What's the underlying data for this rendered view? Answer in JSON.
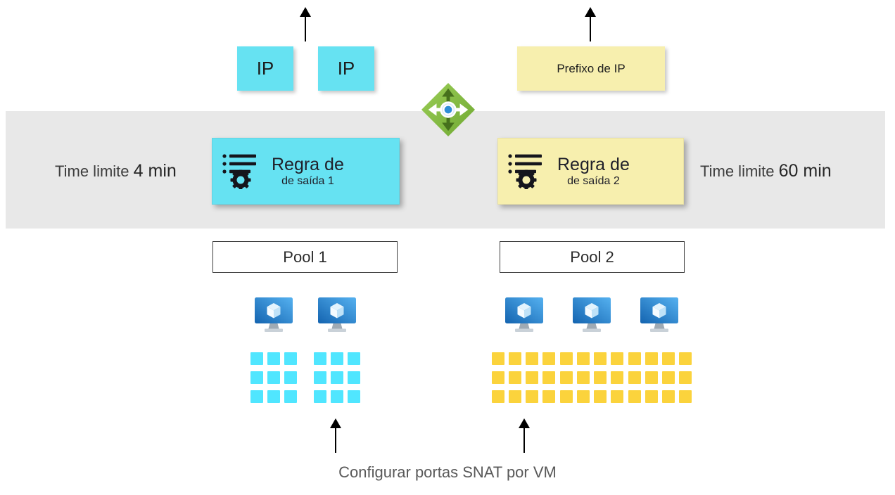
{
  "diagram": {
    "top": {
      "ip1": "IP",
      "ip2": "IP",
      "ip_prefix": "Prefixo de IP"
    },
    "band": {
      "left_timeout_label": "Time limite",
      "left_timeout_value": "4 min",
      "right_timeout_label": "Time limite",
      "right_timeout_value": "60 min",
      "rule1_title": "Regra de",
      "rule1_subtitle": "de saída 1",
      "rule2_title": "Regra de",
      "rule2_subtitle": "de saída 2"
    },
    "pools": {
      "pool1": {
        "label": "Pool 1",
        "vm_count": 2,
        "grid_cols": 3,
        "grid_rows": 3,
        "square_color": "#50E6FF"
      },
      "pool2": {
        "label": "Pool 2",
        "vm_count": 3,
        "grid_cols": 4,
        "grid_rows": 3,
        "square_color": "#FBD33C"
      }
    },
    "caption": "Configurar portas SNAT por VM",
    "colors": {
      "cyan_box": "#66E2F2",
      "yellow_box": "#F7EFAE",
      "band": "#E8E8E8"
    }
  }
}
